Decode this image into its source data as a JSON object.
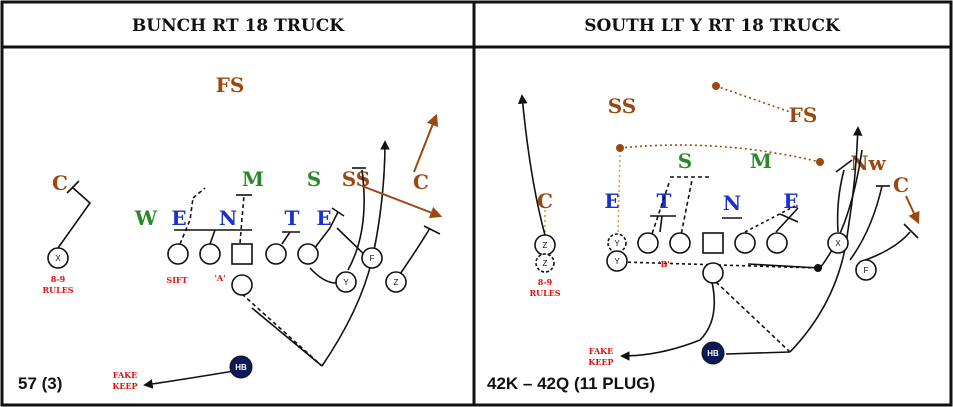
{
  "colors": {
    "brown": "#9a4a10",
    "green": "#2a8a2a",
    "blue": "#1a2fd0",
    "red": "#e01010",
    "navy": "#0c1a5a"
  },
  "left": {
    "title": "BUNCH RT 18 TRUCK",
    "play_call": "57 (3)",
    "note_rules": [
      "8-9",
      "RULES"
    ],
    "note_fake": [
      "FAKE",
      "KEEP"
    ],
    "note_sift": "SIFT",
    "note_a": "'A'",
    "defense": {
      "fs": "FS",
      "c_left": "C",
      "m": "M",
      "s": "S",
      "ss": "SS",
      "c_right": "C",
      "w": "W",
      "e1": "E",
      "n": "N",
      "t": "T",
      "e2": "E"
    },
    "players": {
      "x": "X",
      "f": "F",
      "y": "Y",
      "z": "Z",
      "hb": "HB"
    }
  },
  "right": {
    "title": "SOUTH LT Y RT 18 TRUCK",
    "play_call": "42K – 42Q (11 PLUG)",
    "note_rules": [
      "8-9",
      "RULES"
    ],
    "note_fake": [
      "FAKE",
      "KEEP"
    ],
    "note_b": "'B'",
    "defense": {
      "ss": "SS",
      "fs": "FS",
      "s": "S",
      "m": "M",
      "nw": "Nw",
      "c_left": "C",
      "c_right": "C",
      "e1": "E",
      "t": "T",
      "n": "N",
      "e2": "E"
    },
    "players": {
      "z": "Z",
      "z2": "Z",
      "y": "Y",
      "y2": "Y",
      "x": "X",
      "f": "F",
      "hb": "HB"
    }
  }
}
